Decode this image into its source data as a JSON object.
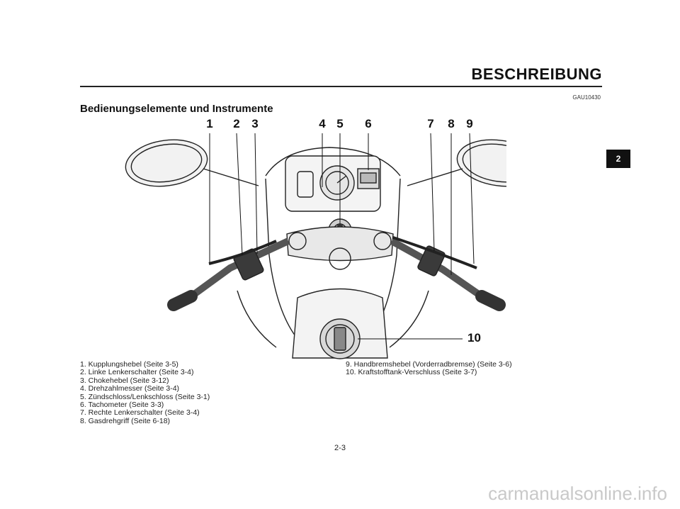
{
  "header": {
    "section": "BESCHREIBUNG",
    "doc_code": "GAU10430"
  },
  "title": "Bedienungselemente und Instrumente",
  "chapter_tab": "2",
  "callouts": [
    "1",
    "2",
    "3",
    "4",
    "5",
    "6",
    "7",
    "8",
    "9",
    "10"
  ],
  "captions_left": [
    "1. Kupplungshebel (Seite 3-5)",
    "2. Linke Lenkerschalter (Seite 3-4)",
    "3. Chokehebel (Seite 3-12)",
    "4. Drehzahlmesser (Seite 3-4)",
    "5. Zündschloss/Lenkschloss (Seite 3-1)",
    "6. Tachometer (Seite 3-3)",
    "7. Rechte Lenkerschalter (Seite 3-4)",
    "8. Gasdrehgriff (Seite 6-18)"
  ],
  "captions_right": [
    "9. Handbremshebel (Vorderradbremse) (Seite 3-6)",
    "10. Kraftstofftank-Verschluss (Seite 3-7)"
  ],
  "page_number": "2-3",
  "watermark": "carmanualsonline.info"
}
